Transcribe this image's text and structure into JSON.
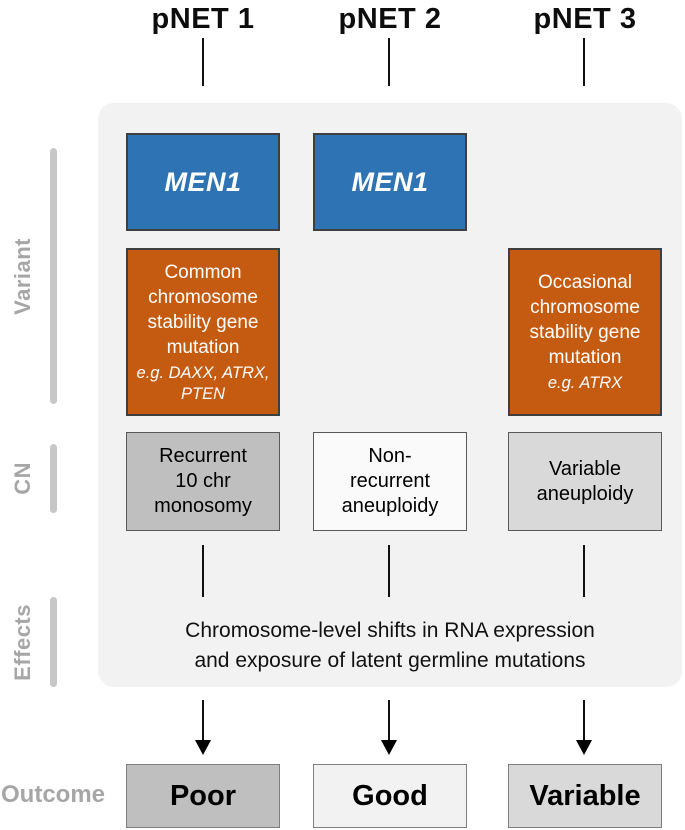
{
  "figure": {
    "columns": [
      {
        "header": "pNET 1",
        "men1_label": "MEN1",
        "variant_lines": [
          "Common",
          "chromosome",
          "stability gene",
          "mutation"
        ],
        "variant_example_lines": [
          "e.g. DAXX, ATRX,",
          "PTEN"
        ],
        "cn_lines": [
          "Recurrent",
          "10 chr",
          "monosomy"
        ],
        "outcome": "Poor"
      },
      {
        "header": "pNET 2",
        "men1_label": "MEN1",
        "cn_lines": [
          "Non-",
          "recurrent",
          "aneuploidy"
        ],
        "outcome": "Good"
      },
      {
        "header": "pNET 3",
        "variant_lines": [
          "Occasional",
          "chromosome",
          "stability gene",
          "mutation"
        ],
        "variant_example_lines": [
          "e.g. ATRX"
        ],
        "cn_lines": [
          "Variable",
          "aneuploidy"
        ],
        "outcome": "Variable"
      }
    ],
    "row_labels": {
      "variant": "Variant",
      "cn": "CN",
      "effects": "Effects",
      "outcome": "Outcome"
    },
    "effects_lines": [
      "Chromosome-level shifts in RNA expression",
      "and exposure of latent germline mutations"
    ],
    "colors": {
      "men1_fill": "#2E74B5",
      "variant_fill": "#C55A11",
      "panel_bg": "#F2F2F2",
      "cn_fill_recurrent": "#BFBFBF",
      "cn_fill_nonrecurrent": "#FAFAFA",
      "cn_fill_variable": "#D9D9D9",
      "outcome_fill_poor": "#BFBFBF",
      "outcome_fill_good": "#F2F2F2",
      "outcome_fill_variable": "#D9D9D9",
      "box_border_dark": "#3F3F3F",
      "box_border_gray": "#7F7F7F",
      "rail_label_color": "#A6A6A6",
      "rail_bar_color": "#C7C7C7",
      "arrow_color": "#000000",
      "text_dark": "#111111",
      "text_light": "#FFFFFF"
    }
  }
}
